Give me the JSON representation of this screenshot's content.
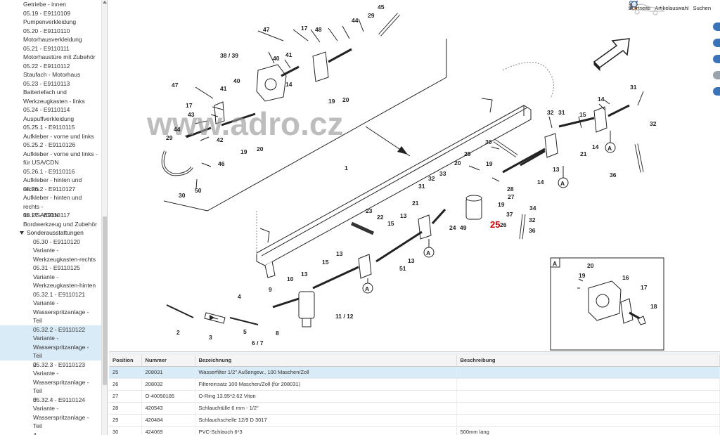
{
  "sidebar": {
    "items": [
      {
        "level": 1,
        "lines": [
          "Getriebe - innen"
        ]
      },
      {
        "level": 1,
        "lines": [
          "05.19 - E9110109",
          "Pumpenverkleidung"
        ]
      },
      {
        "level": 1,
        "lines": [
          "05.20 - E9110110",
          "Motorhausverkleidung"
        ]
      },
      {
        "level": 1,
        "lines": [
          "05.21 - E9110111",
          "Motorhaustüre mit Zubehör"
        ]
      },
      {
        "level": 1,
        "lines": [
          "05.22 - E9110112",
          "Staufach - Motorhaus"
        ]
      },
      {
        "level": 1,
        "lines": [
          "05.23 - E9110113",
          "Batteriefach und",
          "Werkzeugkasten - links"
        ]
      },
      {
        "level": 1,
        "lines": [
          "05.24 - E9110114",
          "Auspuffverkleidung"
        ]
      },
      {
        "level": 1,
        "lines": [
          "05.25.1 - E9110115",
          "Aufkleber - vorne und links"
        ]
      },
      {
        "level": 1,
        "lines": [
          "05.25.2 - E9110126",
          "Aufkleber - vorne und links -",
          "für USA/CDN"
        ]
      },
      {
        "level": 1,
        "lines": [
          "05.26.1 - E9110116",
          "Aufkleber - hinten und rechts"
        ]
      },
      {
        "level": 1,
        "lines": [
          "05.26.2 - E9110127",
          "Aufkleber - hinten und rechts -",
          "für USA/CDN"
        ]
      },
      {
        "level": 1,
        "lines": [
          "05.27 - E9110117",
          "Bordwerkzeug und Zubehör"
        ]
      },
      {
        "level": 0,
        "lines": [
          "Sonderausstattungen"
        ]
      },
      {
        "level": 2,
        "lines": [
          "05.30 - E9110120",
          "Variante -",
          "Werkzeugkasten-rechts"
        ]
      },
      {
        "level": 2,
        "lines": [
          "05.31 - E9110125",
          "Variante -",
          "Werkzeugkasten-hinten"
        ]
      },
      {
        "level": 2,
        "lines": [
          "05.32.1 - E9110121",
          "Variante -",
          "Wasserspritzanlage - Teil",
          "1"
        ]
      },
      {
        "level": 2,
        "lines": [
          "05.32.2 - E9110122",
          "Variante -",
          "Wasserspritzanlage - Teil",
          "2"
        ],
        "selected": true
      },
      {
        "level": 2,
        "lines": [
          "05.32.3 - E9110123",
          "Variante -",
          "Wasserspritzanlage - Teil",
          "3"
        ]
      },
      {
        "level": 2,
        "lines": [
          "05.32.4 - E9110124",
          "Variante -",
          "Wasserspritzanlage - Teil",
          "4"
        ]
      }
    ]
  },
  "toolbar": {
    "home_label": "Startseite",
    "articles_label": "Artikelauswahl",
    "search_label": "Suchen"
  },
  "drawing": {
    "watermark": "www.adro.cz",
    "highlight_number": "25",
    "detail_label": "A",
    "callouts": [
      "1",
      "2",
      "3",
      "4",
      "5",
      "6 / 7",
      "8",
      "9",
      "10",
      "11 / 12",
      "13",
      "14",
      "15",
      "16",
      "17",
      "18",
      "19",
      "20",
      "21",
      "22",
      "23",
      "24",
      "25",
      "26",
      "27",
      "28",
      "29",
      "30",
      "31",
      "32",
      "33",
      "34",
      "36",
      "37",
      "38 / 39",
      "40",
      "41",
      "42",
      "43",
      "44",
      "45",
      "46",
      "47",
      "48",
      "49",
      "50",
      "51"
    ]
  },
  "table": {
    "columns": [
      "Position",
      "Nummer",
      "Bezeichnung",
      "Beschreibung"
    ],
    "rows": [
      {
        "position": "25",
        "nummer": "208031",
        "bezeichnung": "Wasserfilter 1/2\" Außengew., 100 Maschen/Zoll",
        "beschreibung": "",
        "selected": true
      },
      {
        "position": "26",
        "nummer": "208032",
        "bezeichnung": "Filtereinsatz 100 Maschen/Zoll (für 208031)",
        "beschreibung": ""
      },
      {
        "position": "27",
        "nummer": "O-40050185",
        "bezeichnung": "O-Ring 13.95*2.62 Viton",
        "beschreibung": ""
      },
      {
        "position": "28",
        "nummer": "420543",
        "bezeichnung": "Schlauchtülle 6 mm - 1/2\"",
        "beschreibung": ""
      },
      {
        "position": "29",
        "nummer": "420484",
        "bezeichnung": "Schlauchschelle 12/9 D 3017",
        "beschreibung": ""
      },
      {
        "position": "30",
        "nummer": "424069",
        "bezeichnung": "PVC-Schlauch 6*3",
        "beschreibung": "500mm lang"
      }
    ]
  },
  "colors": {
    "selection": "#d9ebf7",
    "highlight": "#cc0000",
    "icon_blue": "#3a73b8"
  }
}
